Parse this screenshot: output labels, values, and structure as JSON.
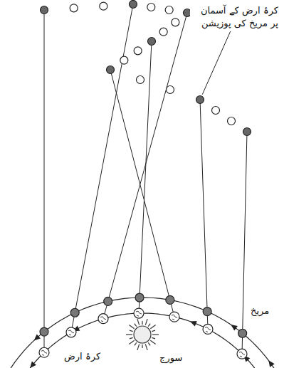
{
  "diagram": {
    "labels": [
      "کرۂ ارض کے آسمان پر مریخ کی پوزیشن",
      "مریخ",
      "سورج",
      "کرۂ ارض"
    ]
  }
}
